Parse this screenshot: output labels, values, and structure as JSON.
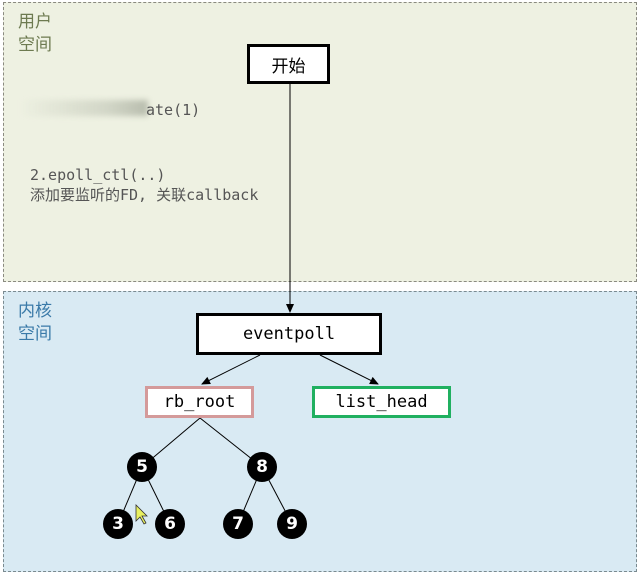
{
  "user_zone": {
    "label_line1": "用户",
    "label_line2": "空间"
  },
  "kernel_zone": {
    "label_line1": "内核",
    "label_line2": "空间"
  },
  "start": "开始",
  "step1": "ate(1)",
  "step2_line1": "2.epoll_ctl(..)",
  "step2_line2": "添加要监听的FD, 关联callback",
  "eventpoll": "eventpoll",
  "rb_root": "rb_root",
  "list_head": "list_head",
  "tree_nodes": [
    "5",
    "8",
    "3",
    "6",
    "7",
    "9"
  ],
  "colors": {
    "rb_root_border": "#d49a9a",
    "list_head_border": "#20b060"
  }
}
